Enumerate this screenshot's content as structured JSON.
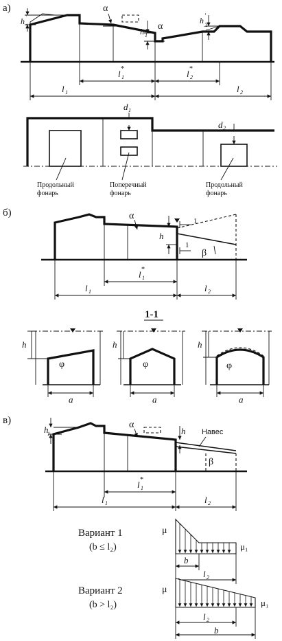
{
  "part_a": {
    "label": "а)",
    "alpha1": "α",
    "alpha2": "α",
    "h1": "h",
    "h1_sup": "'",
    "h1_sub": "1",
    "h_mid": "h",
    "h_mid_sub": "1",
    "h2": "h",
    "h2_sup": "'",
    "h2_sub": "2",
    "l1star": "l",
    "l1star_sub": "1",
    "l1star_sup": "*",
    "l2star": "l",
    "l2star_sub": "2",
    "l2star_sup": "*",
    "l1": "l",
    "l1_sub": "1",
    "l2": "l",
    "l2_sub": "2",
    "d1": "d",
    "d1_sub": "1",
    "d2": "d",
    "d2_sub": "2",
    "plan_label_left_1": "Продольный",
    "plan_label_left_2": "фонарь",
    "plan_label_mid_1": "Поперечный",
    "plan_label_mid_2": "фонарь",
    "plan_label_right_1": "Продольный",
    "plan_label_right_2": "фонарь"
  },
  "part_b": {
    "label": "б)",
    "alpha": "α",
    "h": "h",
    "beta": "β",
    "slope_1a": "1",
    "slope_1b": "1",
    "l1star": "l",
    "l1star_sub": "1",
    "l1star_sup": "*",
    "l1": "l",
    "l1_sub": "1",
    "l2": "l",
    "l2_sub": "2",
    "section_title": "1-1",
    "h_a": "h",
    "h_b": "h",
    "h_c": "h",
    "phi_a": "φ",
    "phi_b": "φ",
    "phi_c": "φ",
    "a_a": "a",
    "a_b": "a",
    "a_c": "a"
  },
  "part_c": {
    "label": "в)",
    "h1": "h",
    "h1_sub": "1",
    "alpha": "α",
    "h": "h",
    "canopy": "Навес",
    "beta": "β",
    "l1star": "l",
    "l1star_sub": "1",
    "l1star_sup": "*",
    "l1": "l",
    "l1_sub": "1",
    "l2": "l",
    "l2_sub": "2",
    "variant1_title": "Вариант 1",
    "variant1_cond": "(b ≤ l₂)",
    "variant2_title": "Вариант 2",
    "variant2_cond": "(b > l₂)",
    "mu": "μ",
    "mu1": "μ₁",
    "mu_v2": "μ",
    "mu1_v2": "μ₁",
    "b_v1": "b",
    "l2_v1": "l",
    "l2_v1_sub": "2",
    "l2_v2": "l",
    "l2_v2_sub": "2",
    "b_v2": "b"
  }
}
